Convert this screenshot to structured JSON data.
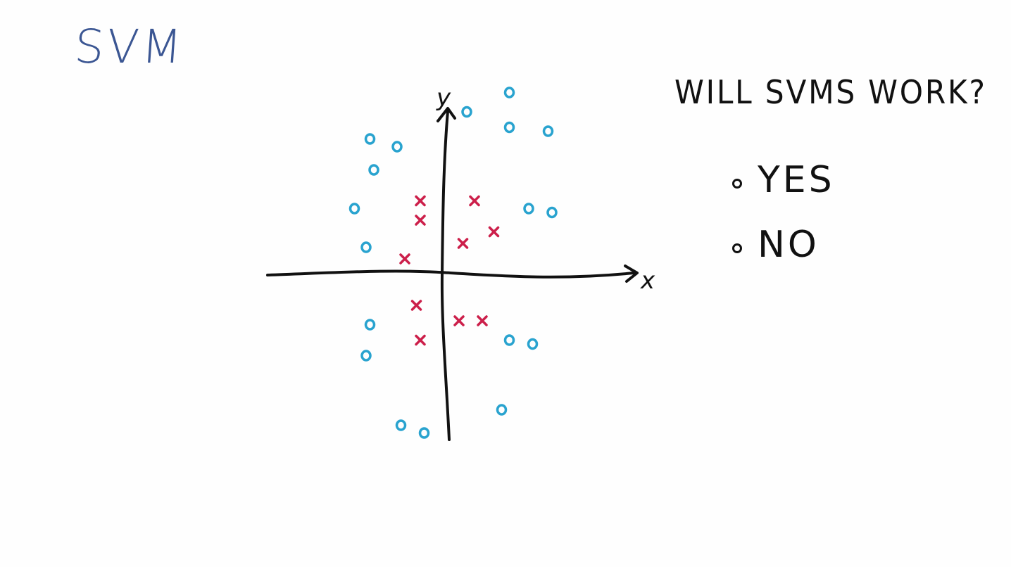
{
  "title": "SVM",
  "question": "WILL SVMS WORK?",
  "options": [
    {
      "label": "YES"
    },
    {
      "label": "NO"
    }
  ],
  "colors": {
    "circle": "#29a3cf",
    "cross": "#cc1f4a",
    "axis": "#111111",
    "title": "#3b5693"
  },
  "axes": {
    "x_label": "x",
    "y_label": "y"
  },
  "points": {
    "circles": [
      [
        -2.0,
        0.7
      ],
      [
        -2.3,
        1.7
      ],
      [
        -1.8,
        2.7
      ],
      [
        -1.9,
        3.5
      ],
      [
        -1.2,
        3.3
      ],
      [
        0.6,
        4.2
      ],
      [
        1.7,
        4.7
      ],
      [
        1.7,
        3.8
      ],
      [
        2.7,
        3.7
      ],
      [
        2.2,
        1.7
      ],
      [
        2.8,
        1.6
      ],
      [
        -1.9,
        -1.3
      ],
      [
        -2.0,
        -2.1
      ],
      [
        1.7,
        -1.7
      ],
      [
        2.3,
        -1.8
      ],
      [
        1.5,
        -3.5
      ],
      [
        -1.1,
        -3.9
      ],
      [
        -0.5,
        -4.1
      ]
    ],
    "crosses": [
      [
        -0.6,
        1.9
      ],
      [
        -0.6,
        1.4
      ],
      [
        -1.0,
        0.4
      ],
      [
        0.8,
        1.9
      ],
      [
        1.3,
        1.1
      ],
      [
        0.5,
        0.8
      ],
      [
        -0.7,
        -0.8
      ],
      [
        -0.6,
        -1.7
      ],
      [
        0.4,
        -1.2
      ],
      [
        1.0,
        -1.2
      ]
    ]
  }
}
